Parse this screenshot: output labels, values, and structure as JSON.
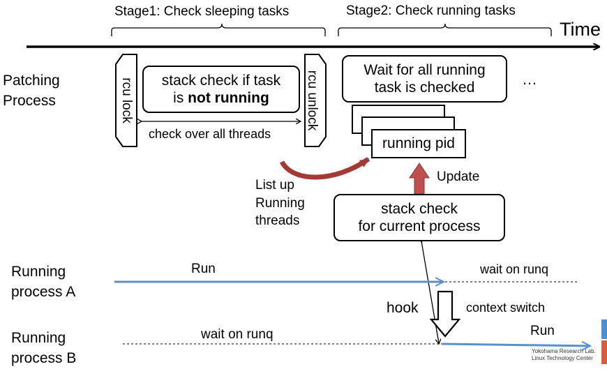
{
  "stages": {
    "stage1": "Stage1: Check sleeping tasks",
    "stage2": "Stage2: Check running tasks"
  },
  "time_label": "Time",
  "actors": {
    "patching_line1": "Patching",
    "patching_line2": "Process",
    "proc_a_line1": "Running",
    "proc_a_line2": "process A",
    "proc_b_line1": "Running",
    "proc_b_line2": "process B"
  },
  "stage1_block": {
    "rcu_lock": "rcu lock",
    "rcu_unlock": "rcu unlock",
    "check_line1": "stack check if task",
    "check_line2_prefix": "is ",
    "check_line2_bold": "not running",
    "over_threads": "check over all threads"
  },
  "stage2_block": {
    "wait_line1": "Wait for all running",
    "wait_line2": "task is checked",
    "ellipsis": "…",
    "running_pid": "running pid",
    "stack_check_line1": "stack check",
    "stack_check_line2": "for current process",
    "update": "Update"
  },
  "list_up": {
    "line1": "List up",
    "line2": "Running",
    "line3": "threads"
  },
  "timeline_a": {
    "run": "Run",
    "wait": "wait on runq"
  },
  "timeline_b": {
    "wait": "wait on runq",
    "run": "Run"
  },
  "events": {
    "hook": "hook",
    "context_switch": "context switch"
  },
  "footer": {
    "line1": "Yokohama Research Lab.",
    "line2": "Linux Technology Center"
  },
  "colors": {
    "run_line": "#5b8fc9",
    "update_arrow": "#c0504d",
    "curve_arrow": "#a33a36",
    "footer_blue": "#4f8ed0",
    "footer_red": "#d65f3b"
  }
}
